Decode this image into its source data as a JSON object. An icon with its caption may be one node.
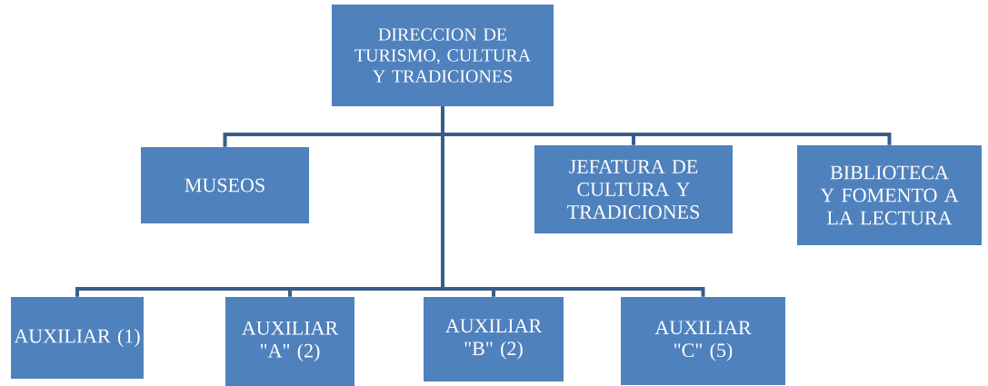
{
  "diagram": {
    "nodes": [
      {
        "text": [
          "DIRECCION DE TURISMO, CULTURA Y TRADICIONES"
        ]
      },
      {
        "text": [
          "MUSEOS"
        ]
      },
      {
        "text": [
          "JEFATURA DE CULTURA Y TRADICIONES"
        ]
      },
      {
        "text": [
          "BIBLIOTECA Y FOMENTO A LA LECTURA"
        ]
      },
      {
        "text": [
          "AUXILIAR (1)"
        ]
      },
      {
        "text": [
          "AUXILIAR \"A\" (2)"
        ]
      },
      {
        "text": [
          "AUXILIAR \"B\" (2)"
        ]
      },
      {
        "text": [
          "AUXILIAR \"C\" (5)"
        ]
      }
    ],
    "edges": [
      {
        "from": 0,
        "to": 1,
        "arrow": "none"
      },
      {
        "from": 0,
        "to": 2,
        "arrow": "none"
      },
      {
        "from": 0,
        "to": 3,
        "arrow": "none"
      },
      {
        "from": 0,
        "to": 4,
        "arrow": "none"
      },
      {
        "from": 0,
        "to": 5,
        "arrow": "none"
      },
      {
        "from": 0,
        "to": 6,
        "arrow": "none"
      },
      {
        "from": 0,
        "to": 7,
        "arrow": "none"
      }
    ]
  }
}
